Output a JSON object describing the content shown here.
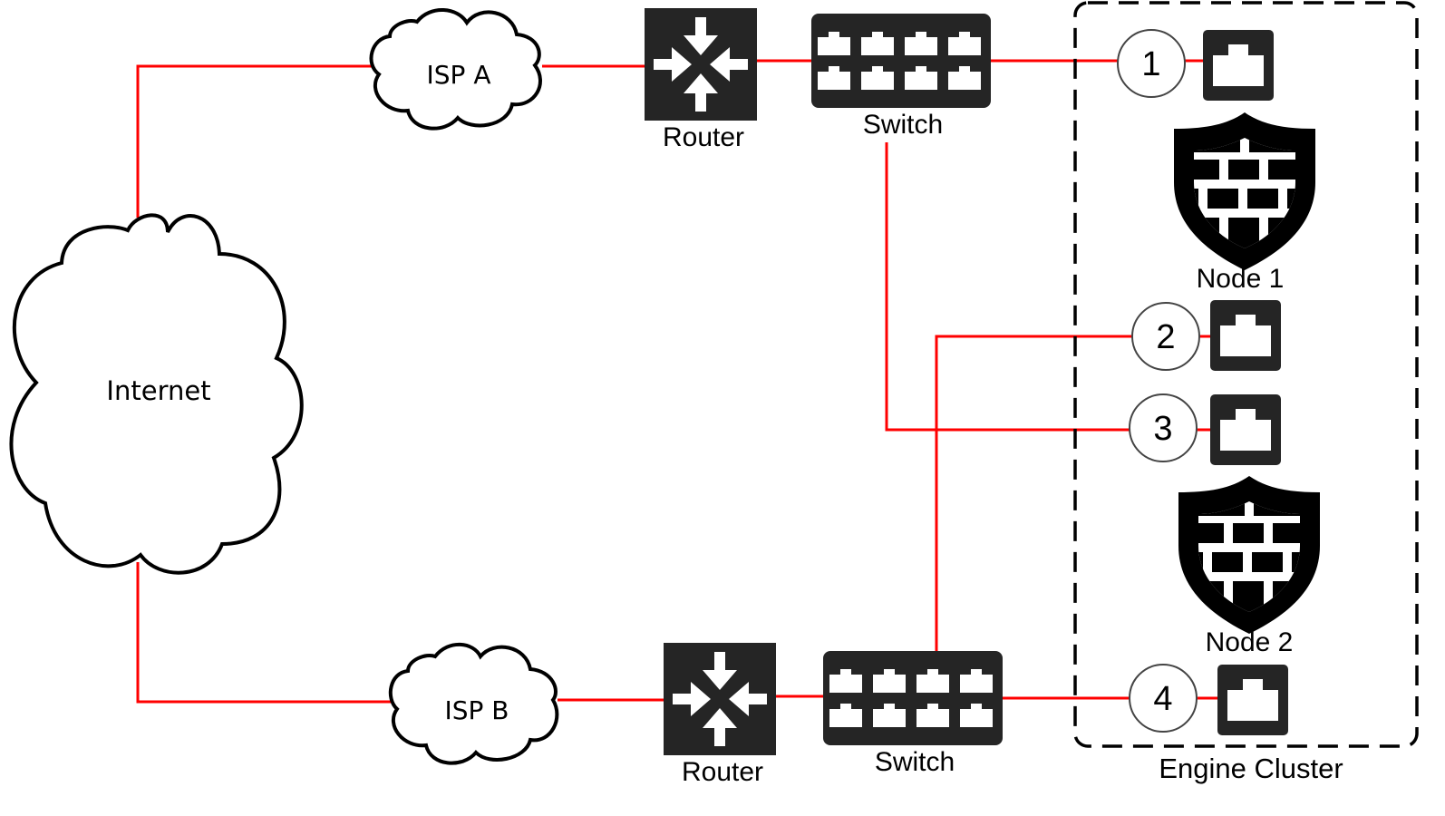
{
  "diagram": {
    "type": "network-topology",
    "nodes": {
      "internet": {
        "label": "Internet",
        "icon": "cloud-icon"
      },
      "isp_a": {
        "label": "ISP A",
        "icon": "cloud-icon"
      },
      "isp_b": {
        "label": "ISP B",
        "icon": "cloud-icon"
      },
      "router_a": {
        "label": "Router",
        "icon": "router-icon"
      },
      "router_b": {
        "label": "Router",
        "icon": "router-icon"
      },
      "switch_a": {
        "label": "Switch",
        "icon": "switch-icon"
      },
      "switch_b": {
        "label": "Switch",
        "icon": "switch-icon"
      },
      "node1": {
        "label": "Node 1",
        "icon": "firewall-shield-icon"
      },
      "node2": {
        "label": "Node 2",
        "icon": "firewall-shield-icon"
      }
    },
    "cluster": {
      "label": "Engine Cluster"
    },
    "ports": [
      {
        "number": "1",
        "node": "Node 1",
        "connects_to": "Switch (top)"
      },
      {
        "number": "2",
        "node": "Node 2",
        "connects_to": "Switch (bottom)"
      },
      {
        "number": "3",
        "node": "Node 2",
        "connects_to": "Switch (top)"
      },
      {
        "number": "4",
        "node": "Node 2",
        "connects_to": "Switch (bottom)"
      }
    ],
    "links": [
      [
        "Internet",
        "ISP A"
      ],
      [
        "Internet",
        "ISP B"
      ],
      [
        "ISP A",
        "Router (top)"
      ],
      [
        "ISP B",
        "Router (bottom)"
      ],
      [
        "Router (top)",
        "Switch (top)"
      ],
      [
        "Router (bottom)",
        "Switch (bottom)"
      ],
      [
        "Switch (top)",
        "Port 1"
      ],
      [
        "Switch (top)",
        "Port 3"
      ],
      [
        "Switch (bottom)",
        "Port 2"
      ],
      [
        "Switch (bottom)",
        "Port 4"
      ]
    ],
    "colors": {
      "link": "#ff0000",
      "device": "#252525",
      "outline": "#000000"
    }
  }
}
